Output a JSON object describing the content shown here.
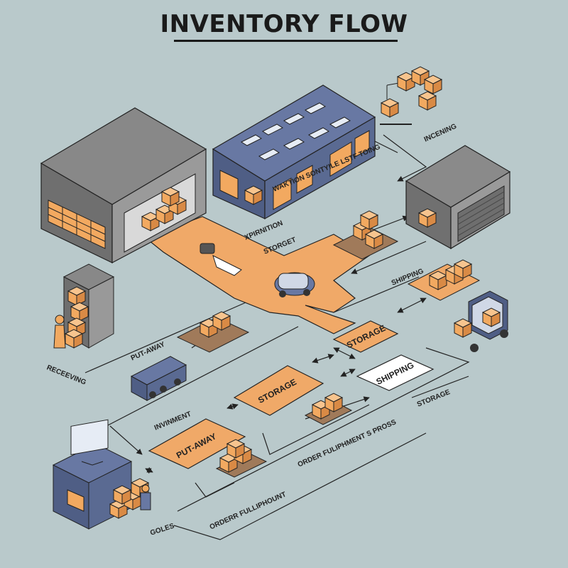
{
  "title": "INVENTORY FLOW",
  "labels": {
    "receiving_top": "INCENING",
    "receiving_left": "RECEEVING",
    "warehouse_caption": "WAKTION SONTYILE LSTF TOING",
    "expiration": "XPIRNITION",
    "storget": "STORGET",
    "shipping_right": "SHIPPING",
    "put_away_left": "PUT-AWAY",
    "investment": "INVINMENT",
    "storage_bottom_right": "STORAGE",
    "order_process": "ORDER FULIPHMENT S PROSS",
    "order_fulfillment": "ORDERR FULLIPHOUNT",
    "goles": "GOLES"
  },
  "pads": {
    "storage_upper": "STORAGE",
    "shipping": "SHIPPING",
    "storage_lower": "STORAGE",
    "put_away": "PUT-AWAY"
  },
  "colors": {
    "background": "#b9c9cb",
    "pad_orange": "#f0a968",
    "pad_white": "#ffffff",
    "building_gray": "#7a7a7a",
    "building_blue": "#5a6a92",
    "box": "#f2a960",
    "outline": "#222222"
  }
}
